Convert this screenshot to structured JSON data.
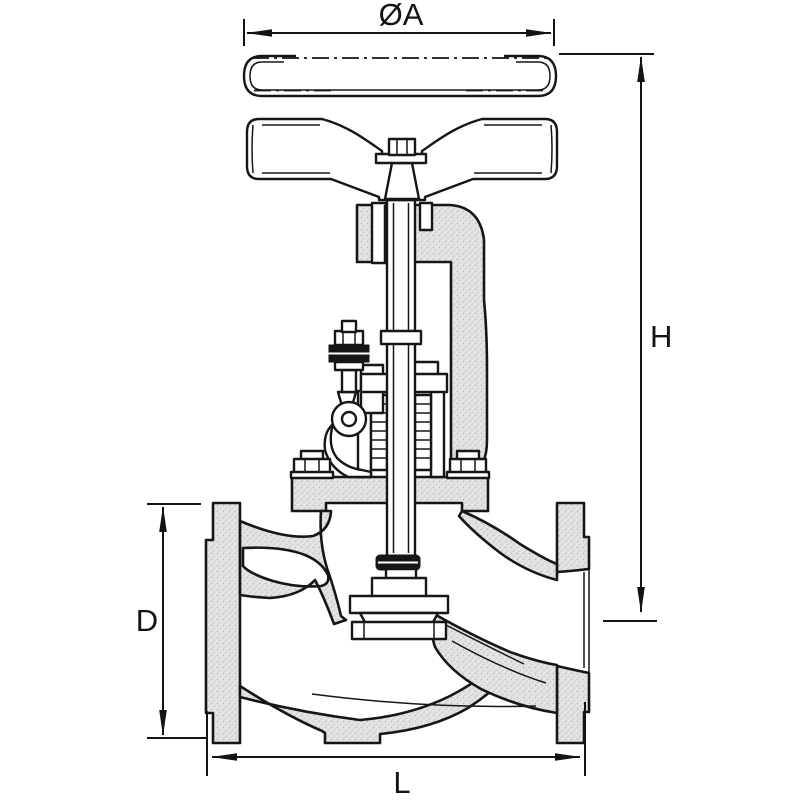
{
  "diagram": {
    "kind": "globe-valve-section-dimensional-drawing",
    "labels": {
      "handwheel_diameter": "ØA",
      "overall_height": "H",
      "flange_diameter": "D",
      "face_to_face": "L"
    }
  },
  "colors": {
    "line": "#161616",
    "metal_base": "#e4e4e4",
    "metal_speckle": "#bdbdbd",
    "background": "#ffffff"
  }
}
